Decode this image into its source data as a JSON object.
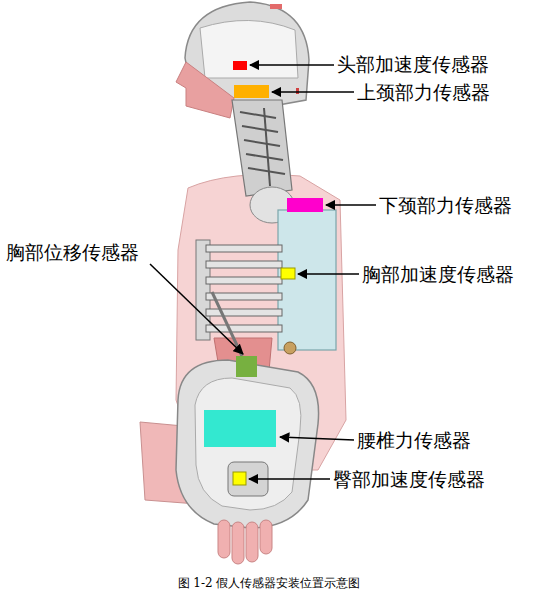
{
  "diagram": {
    "caption": "图 1-2 假人传感器安装位置示意图",
    "labels": [
      "头部加速度传感器",
      "上颈部力传感器",
      "下颈部力传感器",
      "胸部位移传感器",
      "胸部加速度传感器",
      "腰椎力传感器",
      "臀部加速度传感器"
    ]
  }
}
